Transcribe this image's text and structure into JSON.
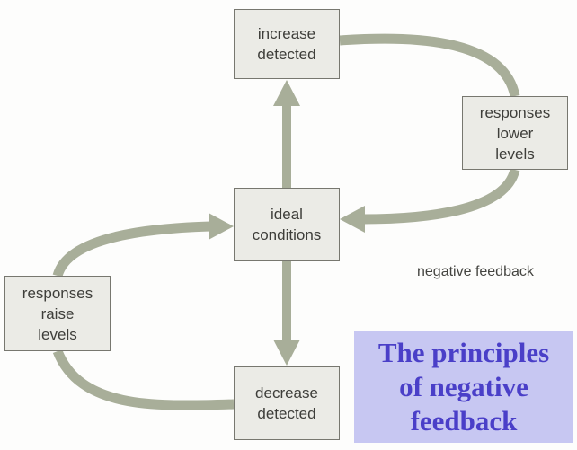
{
  "diagram": {
    "boxes": {
      "increase": [
        "increase",
        "detected"
      ],
      "lower": [
        "responses",
        "lower",
        "levels"
      ],
      "ideal": [
        "ideal",
        "conditions"
      ],
      "raise": [
        "responses",
        "raise",
        "levels"
      ],
      "decrease": [
        "decrease",
        "detected"
      ]
    },
    "caption": "negative feedback",
    "title": [
      "The principles",
      "of negative",
      "feedback"
    ]
  },
  "colors": {
    "arrow": "#a8ae99",
    "box_fill": "#ebebe6",
    "box_border": "#77776f",
    "title_fill": "#c7c7f2",
    "title_text": "#4a3fc8"
  }
}
